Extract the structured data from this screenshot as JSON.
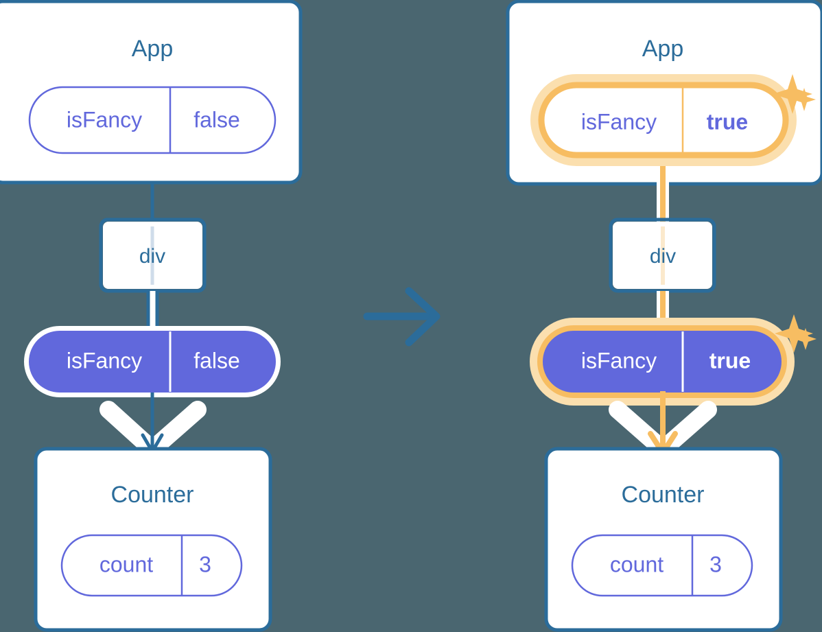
{
  "theme": {
    "background": "#4a6670",
    "box_border": "#2b6c9a",
    "box_fill": "#ffffff",
    "title_color": "#2b6c9a",
    "state_purple": "#6168dc",
    "highlight_orange": "#f7bd62",
    "highlight_glow": "#fbdfae",
    "white": "#ffffff"
  },
  "diagram": {
    "type": "react-state-propagation",
    "transition_icon": "arrow-right-icon",
    "panels": [
      {
        "id": "before",
        "app": {
          "title": "App",
          "state": {
            "name": "isFancy",
            "value": "false",
            "style": "outline",
            "highlighted": false,
            "bold_value": false
          }
        },
        "div": {
          "label": "div"
        },
        "prop": {
          "name": "isFancy",
          "value": "false",
          "style": "solid",
          "highlighted": false,
          "bold_value": false
        },
        "counter": {
          "title": "Counter",
          "state": {
            "name": "count",
            "value": "3",
            "style": "outline",
            "highlighted": false,
            "bold_value": false
          }
        },
        "flow_color": "#2b6c9a",
        "sparkles": false
      },
      {
        "id": "after",
        "app": {
          "title": "App",
          "state": {
            "name": "isFancy",
            "value": "true",
            "style": "outline",
            "highlighted": true,
            "bold_value": true
          }
        },
        "div": {
          "label": "div"
        },
        "prop": {
          "name": "isFancy",
          "value": "true",
          "style": "solid",
          "highlighted": true,
          "bold_value": true
        },
        "counter": {
          "title": "Counter",
          "state": {
            "name": "count",
            "value": "3",
            "style": "outline",
            "highlighted": false,
            "bold_value": false
          }
        },
        "flow_color": "#f7bd62",
        "sparkles": true
      }
    ]
  }
}
